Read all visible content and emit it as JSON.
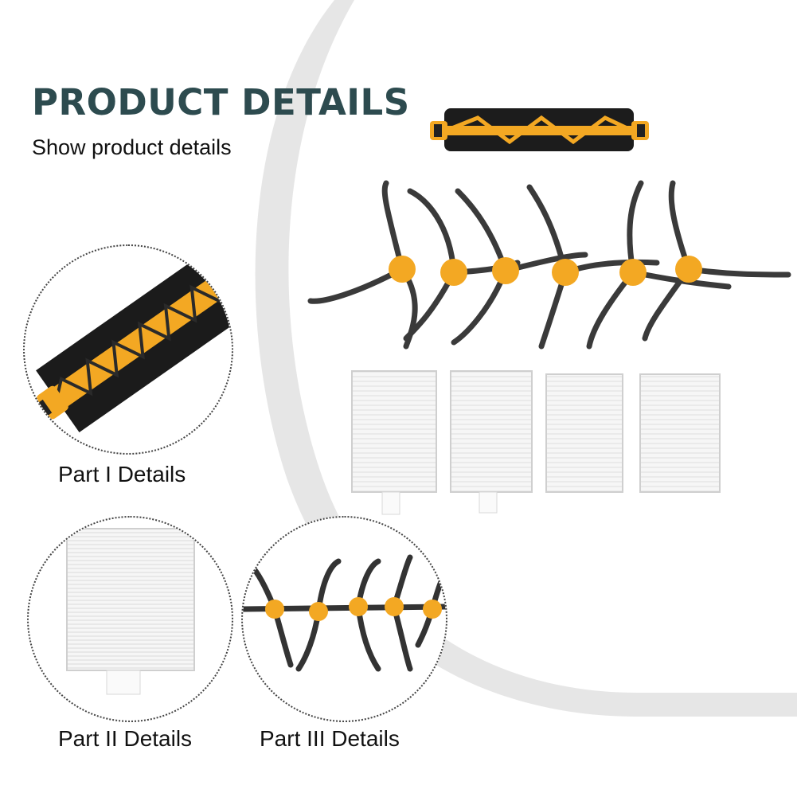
{
  "header": {
    "title": "PRODUCT DETAILS",
    "subtitle": "Show product details"
  },
  "details": [
    {
      "label": "Part I Details"
    },
    {
      "label": "Part II Details"
    },
    {
      "label": "Part III Details"
    }
  ],
  "colors": {
    "title": "#2d4b4f",
    "accent_orange": "#f3a823",
    "bristle": "#2a2a2a",
    "filter": "#f4f4f4",
    "arc": "#e3e3e3"
  }
}
